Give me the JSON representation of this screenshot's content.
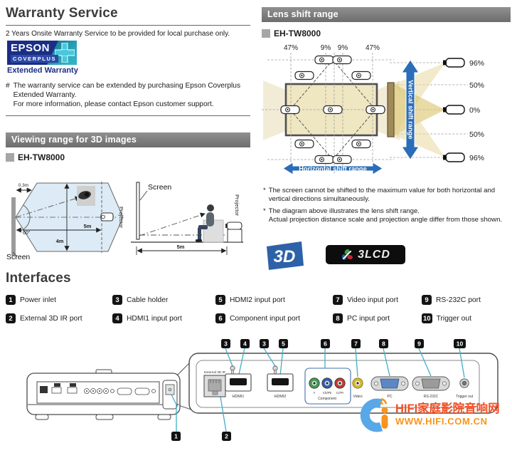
{
  "warranty": {
    "title": "Warranty Service",
    "intro": "2 Years Onsite Warranty Service to be provided for local purchase only.",
    "logo_epson": "EPSON",
    "logo_coverplus": "COVERPLUS",
    "logo_caption": "Extended Warranty",
    "note_marker": "#",
    "note_line1": "The warranty service can be extended by purchasing Epson Coverplus Extended Warranty.",
    "note_line2": "For more information, please contact Epson customer support."
  },
  "viewing": {
    "title": "Viewing range for 3D images",
    "model": "EH-TW8000",
    "top": {
      "offset": "0.3m",
      "angle": "60°",
      "dist": "5m",
      "width": "4m",
      "screen": "Screen",
      "projector": "Projector"
    },
    "side": {
      "screen": "Screen",
      "projector": "Projector",
      "dist": "5m"
    }
  },
  "lens": {
    "title": "Lens shift range",
    "model": "EH-TW8000",
    "h_labels": [
      "47%",
      "9%",
      "9%",
      "47%"
    ],
    "v_labels": [
      "96%",
      "50%",
      "0%",
      "50%",
      "96%"
    ],
    "h_arrow": "Horizontal shift range",
    "v_arrow": "Vertical shift range",
    "note_marker": "*",
    "note1": "The screen cannot be shifted to the maximum value for both horizontal and vertical directions simultaneously.",
    "note2_line1": "The diagram above illustrates the lens shift range.",
    "note2_line2": "Actual projection distance scale and projection angle differ from those shown."
  },
  "logos": {
    "threed": "3D",
    "lcd": "3LCD"
  },
  "interfaces": {
    "title": "Interfaces",
    "items": [
      {
        "num": "1",
        "label": "Power inlet"
      },
      {
        "num": "2",
        "label": "External 3D IR port"
      },
      {
        "num": "3",
        "label": "Cable holder"
      },
      {
        "num": "4",
        "label": "HDMI1 input port"
      },
      {
        "num": "5",
        "label": "HDMI2 input port"
      },
      {
        "num": "6",
        "label": "Component input port"
      },
      {
        "num": "7",
        "label": "Video input port"
      },
      {
        "num": "8",
        "label": "PC input port"
      },
      {
        "num": "9",
        "label": "RS-232C port"
      },
      {
        "num": "10",
        "label": "Trigger out"
      }
    ]
  },
  "panel": {
    "callouts_top": [
      "3",
      "4",
      "3",
      "5",
      "6",
      "7",
      "8",
      "9",
      "10"
    ],
    "callout_power": "1",
    "callout_ir": "2",
    "port_labels": {
      "ir": "External 3D IR",
      "hdmi1": "HDMI1",
      "hdmi2": "HDMI2",
      "comp_y": "Y",
      "comp_cb": "Cb/Pb",
      "comp_cr": "Cr/Pr",
      "component": "Component",
      "video": "Video",
      "pc": "PC",
      "rs232c": "RS-232C",
      "trigger": "Trigger out"
    }
  },
  "watermark": {
    "site": "HIFI家庭影院音响网",
    "url": "WWW.HIFI.COM.CN"
  }
}
